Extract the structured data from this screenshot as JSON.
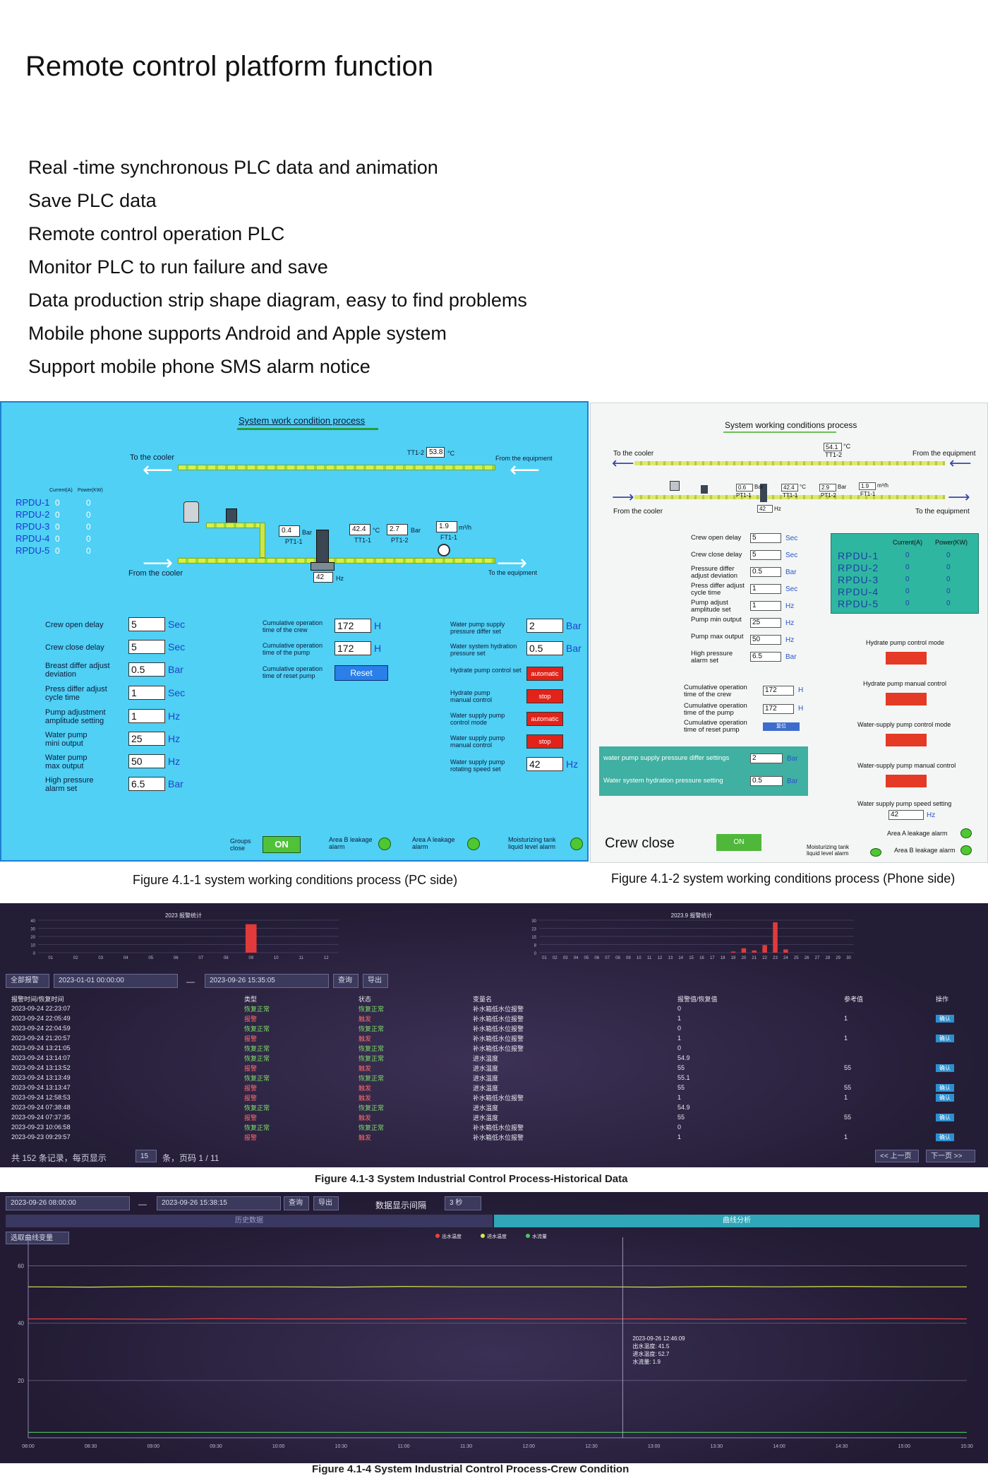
{
  "page": {
    "title": "Remote control platform function",
    "features": [
      "Real -time synchronous PLC data and animation",
      "Save PLC data",
      "Remote control operation PLC",
      "Monitor PLC to run failure and save",
      "Data production strip shape diagram, easy to find problems",
      "Mobile phone supports Android and Apple system",
      "Support mobile phone SMS alarm notice"
    ]
  },
  "pc": {
    "title": "System work condition process",
    "to_cooler": "To the cooler",
    "from_equipment": "From the equipment",
    "from_cooler": "From the cooler",
    "to_equipment": "To the equipment",
    "tt12": "TT1-2",
    "tt12_val": "53.8",
    "deg": "°C",
    "current_hdr": "Current(A)",
    "power_hdr": "Power(KW)",
    "rpdu": [
      {
        "name": "RPDU-1",
        "current": "0",
        "power": "0"
      },
      {
        "name": "RPDU-2",
        "current": "0",
        "power": "0"
      },
      {
        "name": "RPDU-3",
        "current": "0",
        "power": "0"
      },
      {
        "name": "RPDU-4",
        "current": "0",
        "power": "0"
      },
      {
        "name": "RPDU-5",
        "current": "0",
        "power": "0"
      }
    ],
    "pt11": "0.4",
    "bar": "Bar",
    "pt11_tag": "PT1-1",
    "tt11": "42.4",
    "tt11_tag": "TT1-1",
    "pt12": "2.7",
    "pt12_tag": "PT1-2",
    "ft11": "1.9",
    "m3h": "m³/h",
    "ft11_tag": "FT1-1",
    "hz_val": "42",
    "hz": "Hz",
    "left_fields": [
      {
        "label": "Crew open delay",
        "value": "5",
        "unit": "Sec"
      },
      {
        "label": "Crew close delay",
        "value": "5",
        "unit": "Sec"
      },
      {
        "label": "Breast differ adjust deviation",
        "value": "0.5",
        "unit": "Bar"
      },
      {
        "label": "Press differ adjust cycle time",
        "value": "1",
        "unit": "Sec"
      },
      {
        "label": "Pump adjustment amplitude setting",
        "value": "1",
        "unit": "Hz"
      },
      {
        "label": "Water pump mini output",
        "value": "25",
        "unit": "Hz"
      },
      {
        "label": "Water pump max output",
        "value": "50",
        "unit": "Hz"
      },
      {
        "label": "High pressure alarm set",
        "value": "6.5",
        "unit": "Bar"
      }
    ],
    "mid_fields": [
      {
        "label": "Cumulative operation time of the crew",
        "value": "172",
        "unit": "H"
      },
      {
        "label": "Cumulative operation time of the pump",
        "value": "172",
        "unit": "H"
      }
    ],
    "reset_label": "Cumulative operation time of reset pump",
    "reset_btn": "Reset",
    "right_fields": [
      {
        "label": "Water pump supply pressure differ set",
        "value": "2",
        "unit": "Bar"
      },
      {
        "label": "Water system hydration pressure set",
        "value": "0.5",
        "unit": "Bar"
      }
    ],
    "controls": [
      {
        "label": "Hydrate pump control set",
        "btn": "automatic"
      },
      {
        "label": "Hydrate pump manual control",
        "btn": "stop"
      },
      {
        "label": "Water supply pump control mode",
        "btn": "automatic"
      },
      {
        "label": "Water supply pump manual control",
        "btn": "stop"
      }
    ],
    "speed_label": "Water supply pump rotating speed set",
    "speed_value": "42",
    "groups_close": "Groups close",
    "on_btn": "ON",
    "alarms": [
      "Area B leakage alarm",
      "Area A leakage alarm",
      "Moisturizing tank liquid level alarm"
    ]
  },
  "phone": {
    "title": "System working conditions process",
    "to_cooler": "To the cooler",
    "from_equipment": "From the equipment",
    "from_cooler": "From the cooler",
    "to_equipment": "To the equipment",
    "tt12_val": "54.1",
    "tt12": "TT1-2",
    "deg": "°C",
    "pt11": "0.6",
    "pt11_tag": "PT1-1",
    "bar": "Bar",
    "tt11": "42.4",
    "tt11_tag": "TT1-1",
    "pt12": "2.9",
    "pt12_tag": "PT1-2",
    "ft11": "1.9",
    "ft11_tag": "FT1-1",
    "m3h": "m³/h",
    "hz_val": "42",
    "hz": "Hz",
    "fields": [
      {
        "label": "Crew open delay",
        "value": "5",
        "unit": "Sec"
      },
      {
        "label": "Crew close delay",
        "value": "5",
        "unit": "Sec"
      },
      {
        "label": "Pressure differ adjust deviation",
        "value": "0.5",
        "unit": "Bar"
      },
      {
        "label": "Press differ adjust cycle time",
        "value": "1",
        "unit": "Sec"
      },
      {
        "label": "Pump adjust amplitude set",
        "value": "1",
        "unit": "Hz"
      },
      {
        "label": "Pump min output",
        "value": "25",
        "unit": "Hz"
      },
      {
        "label": "Pump max output",
        "value": "50",
        "unit": "Hz"
      },
      {
        "label": "High pressure alarm set",
        "value": "6.5",
        "unit": "Bar"
      }
    ],
    "cum": [
      {
        "label": "Cumulative operation time of the crew",
        "value": "172",
        "unit": "H"
      },
      {
        "label": "Cumulative operation time of the pump",
        "value": "172",
        "unit": "H"
      }
    ],
    "reset_label": "Cumulative operation time of reset pump",
    "reset_btn": "复位",
    "supply": [
      {
        "label": "water pump supply pressure differ settings",
        "value": "2",
        "unit": "Bar"
      },
      {
        "label": "Water system hydration pressure setting",
        "value": "0.5",
        "unit": "Bar"
      }
    ],
    "current_hdr": "Current(A)",
    "power_hdr": "Power(KW)",
    "rpdu": [
      {
        "name": "RPDU-1",
        "current": "0",
        "power": "0"
      },
      {
        "name": "RPDU-2",
        "current": "0",
        "power": "0"
      },
      {
        "name": "RPDU-3",
        "current": "0",
        "power": "0"
      },
      {
        "name": "RPDU-4",
        "current": "0",
        "power": "0"
      },
      {
        "name": "RPDU-5",
        "current": "0",
        "power": "0"
      }
    ],
    "controls": [
      "Hydrate pump control mode",
      "Hydrate pump manual control",
      "Water-supply pump control mode",
      "Water-supply pump manual control"
    ],
    "speed_label": "Water supply pump speed setting",
    "speed_value": "42",
    "crew_close": "Crew close",
    "on_btn": "ON",
    "moist": "Moisturizing tank liquid level alarm",
    "area_a": "Area A leakage alarm",
    "area_b": "Area B leakage alarm"
  },
  "captions": {
    "fig1": "Figure 4.1-1 system working conditions process (PC side)",
    "fig2": "Figure 4.1-2 system working conditions process (Phone side)",
    "fig3": "Figure 4.1-3 System Industrial Control Process-Historical Data",
    "fig4": "Figure 4.1-4 System Industrial Control Process-Crew Condition"
  },
  "history": {
    "all_alarms": "全部报警",
    "start": "2023-01-01 00:00:00",
    "dash": "—",
    "end": "2023-09-26 15:35:05",
    "query": "查询",
    "export": "导出",
    "headers": [
      "报警时间/恢复时间",
      "类型",
      "状态",
      "变量名",
      "报警值/恢复值",
      "参考值",
      "操作"
    ],
    "rows": [
      [
        "2023-09-24 22:23:07",
        "恢复正常",
        "恢复正常",
        "补水箱低水位报警",
        "0",
        "",
        ""
      ],
      [
        "2023-09-24 22:05:49",
        "报警",
        "触发",
        "补水箱低水位报警",
        "1",
        "1",
        "确认"
      ],
      [
        "2023-09-24 22:04:59",
        "恢复正常",
        "恢复正常",
        "补水箱低水位报警",
        "0",
        "",
        ""
      ],
      [
        "2023-09-24 21:20:57",
        "报警",
        "触发",
        "补水箱低水位报警",
        "1",
        "1",
        "确认"
      ],
      [
        "2023-09-24 13:21:05",
        "恢复正常",
        "恢复正常",
        "补水箱低水位报警",
        "0",
        "",
        ""
      ],
      [
        "2023-09-24 13:14:07",
        "恢复正常",
        "恢复正常",
        "进水温度",
        "54.9",
        "",
        ""
      ],
      [
        "2023-09-24 13:13:52",
        "报警",
        "触发",
        "进水温度",
        "55",
        "55",
        "确认"
      ],
      [
        "2023-09-24 13:13:49",
        "恢复正常",
        "恢复正常",
        "进水温度",
        "55.1",
        "",
        ""
      ],
      [
        "2023-09-24 13:13:47",
        "报警",
        "触发",
        "进水温度",
        "55",
        "55",
        "确认"
      ],
      [
        "2023-09-24 12:58:53",
        "报警",
        "触发",
        "补水箱低水位报警",
        "1",
        "1",
        "确认"
      ],
      [
        "2023-09-24 07:38:48",
        "恢复正常",
        "恢复正常",
        "进水温度",
        "54.9",
        "",
        ""
      ],
      [
        "2023-09-24 07:37:35",
        "报警",
        "触发",
        "进水温度",
        "55",
        "55",
        "确认"
      ],
      [
        "2023-09-23 10:06:58",
        "恢复正常",
        "恢复正常",
        "补水箱低水位报警",
        "0",
        "",
        ""
      ],
      [
        "2023-09-23 09:29:57",
        "报警",
        "触发",
        "补水箱低水位报警",
        "1",
        "1",
        "确认"
      ]
    ],
    "footer": "共 152 条记录，每页显示",
    "page_size": "15",
    "footer2": "条，页码 1 / 11",
    "prev": "<< 上一页",
    "next": "下一页 >>"
  },
  "crew": {
    "start": "2023-09-26 08:00:00",
    "dash": "—",
    "end": "2023-09-26 15:38:15",
    "query": "查询",
    "export": "导出",
    "interval_label": "数据显示间隔",
    "interval": "3 秒",
    "tab_history": "历史数据",
    "tab_curve": "曲线分析",
    "select_var": "选取曲线变量",
    "legend": [
      "出水温度",
      "进水温度",
      "水流量"
    ],
    "tooltip": [
      "2023-09-26 12:46:09",
      "出水温度: 41.5",
      "进水温度: 52.7",
      "水流量: 1.9"
    ],
    "y_ticks": [
      "60",
      "40",
      "20"
    ]
  },
  "chart_data": [
    {
      "type": "bar",
      "title": "2023 报警统计",
      "categories": [
        "01",
        "02",
        "03",
        "04",
        "05",
        "06",
        "07",
        "08",
        "09",
        "10",
        "11",
        "12"
      ],
      "series": [
        {
          "name": "报警",
          "values": [
            0,
            0,
            0,
            0,
            0,
            0,
            0,
            0,
            35,
            0,
            0,
            0
          ]
        }
      ],
      "ylim": [
        0,
        40
      ]
    },
    {
      "type": "bar",
      "title": "2023.9 报警统计",
      "categories": [
        "01",
        "02",
        "03",
        "04",
        "05",
        "06",
        "07",
        "08",
        "09",
        "10",
        "11",
        "12",
        "13",
        "14",
        "15",
        "16",
        "17",
        "18",
        "19",
        "20",
        "21",
        "22",
        "23",
        "24",
        "25",
        "26",
        "27",
        "28",
        "29",
        "30"
      ],
      "series": [
        {
          "name": "报警",
          "values": [
            0,
            0,
            0,
            0,
            0,
            0,
            0,
            0,
            0,
            0,
            0,
            0,
            0,
            0,
            0,
            0,
            0,
            0,
            1,
            4,
            2,
            7,
            28,
            3,
            0,
            0,
            0,
            0,
            0,
            0
          ]
        }
      ],
      "ylim": [
        0,
        30
      ]
    },
    {
      "type": "line",
      "title": "",
      "x": [
        "08:00",
        "08:30",
        "09:00",
        "09:30",
        "10:00",
        "10:30",
        "11:00",
        "11:30",
        "12:00",
        "12:30",
        "13:00",
        "13:30",
        "14:00",
        "14:30",
        "15:00",
        "15:30"
      ],
      "series": [
        {
          "name": "出水温度",
          "values": [
            41.5,
            41.5,
            41.4,
            41.6,
            41.5,
            41.5,
            41.5,
            41.6,
            41.5,
            41.5,
            41.5,
            41.4,
            41.5,
            41.5,
            41.6,
            41.5
          ]
        },
        {
          "name": "进水温度",
          "values": [
            52.7,
            52.6,
            52.8,
            52.7,
            52.7,
            52.6,
            52.8,
            52.7,
            52.7,
            52.7,
            52.6,
            52.8,
            52.7,
            52.8,
            52.7,
            52.7
          ]
        },
        {
          "name": "水流量",
          "values": [
            1.9,
            1.9,
            1.9,
            1.9,
            1.9,
            1.9,
            1.9,
            1.9,
            1.9,
            1.9,
            1.9,
            1.9,
            1.9,
            1.9,
            1.9,
            1.9
          ]
        }
      ],
      "ylim": [
        0,
        70
      ]
    }
  ]
}
